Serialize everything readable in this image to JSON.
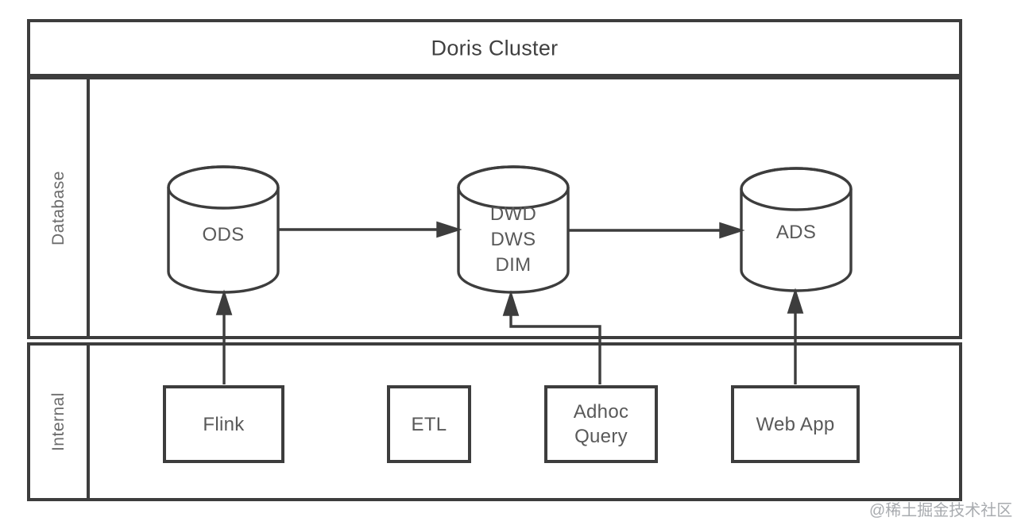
{
  "diagram": {
    "title": "Doris Cluster",
    "bands": [
      {
        "label": "Database"
      },
      {
        "label": "Internal"
      }
    ],
    "database_nodes": [
      {
        "shape": "cylinder",
        "label": "ODS"
      },
      {
        "shape": "cylinder",
        "lines": [
          "DWD",
          "DWS",
          "DIM"
        ]
      },
      {
        "shape": "cylinder",
        "label": "ADS"
      }
    ],
    "internal_nodes": [
      {
        "shape": "rect",
        "label": "Flink"
      },
      {
        "shape": "rect",
        "label": "ETL"
      },
      {
        "shape": "rect",
        "lines": [
          "Adhoc",
          "Query"
        ]
      },
      {
        "shape": "rect",
        "label": "Web App"
      }
    ],
    "edges": [
      {
        "from": "ODS",
        "to": "DWD DWS DIM"
      },
      {
        "from": "DWD DWS DIM",
        "to": "ADS"
      },
      {
        "from": "Flink",
        "to": "ODS"
      },
      {
        "from": "Adhoc Query",
        "to": "DWD DWS DIM"
      },
      {
        "from": "Web App",
        "to": "ADS"
      }
    ],
    "colors": {
      "stroke": "#3d3d3d",
      "title_text": "#404040",
      "node_text": "#595959",
      "band_label": "#6b6b6b",
      "watermark": "#a8abaf"
    }
  },
  "watermark": {
    "text": "@稀土掘金技术社区"
  }
}
